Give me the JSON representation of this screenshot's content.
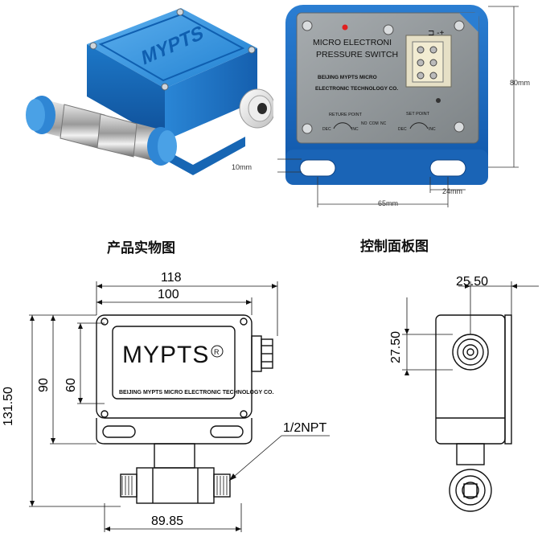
{
  "brand": "MYPTS",
  "panel": {
    "title_line1": "MICRO ELECTRONI",
    "title_line2": "PRESSURE SWITCH",
    "company_line1": "BEIJING MYPTS MICRO",
    "company_line2": "ELECTRONIC TECHNOLOGY CO.",
    "left_dial_label": "RETURE POINT",
    "right_dial_label": "SET POINT",
    "dec": "DEC",
    "inc": "INC",
    "no": "NO",
    "com": "COM",
    "nc": "NC"
  },
  "photo_dims": {
    "height": "80mm",
    "slot_height": "10mm",
    "slot_pitch": "65mm",
    "slot_width": "24mm"
  },
  "captions": {
    "left": "产品实物图",
    "right": "控制面板图"
  },
  "front_drawing": {
    "brand": "MYPTS",
    "company": "BEIJING MYPTS MICRO ELECTRONIC TECHNOLOGY CO.",
    "dim_total_width": "118",
    "dim_body_width": "100",
    "dim_total_height": "131.50",
    "dim_body_height": "90",
    "dim_hole_pitch": "60",
    "dim_fitting_length": "89.85",
    "thread_label": "1/2NPT"
  },
  "side_drawing": {
    "dim_width": "25.50",
    "dim_height": "27.50"
  },
  "colors": {
    "housing_blue": "#1f7fd0",
    "panel_gray": "#8e9496",
    "line": "#111111"
  }
}
